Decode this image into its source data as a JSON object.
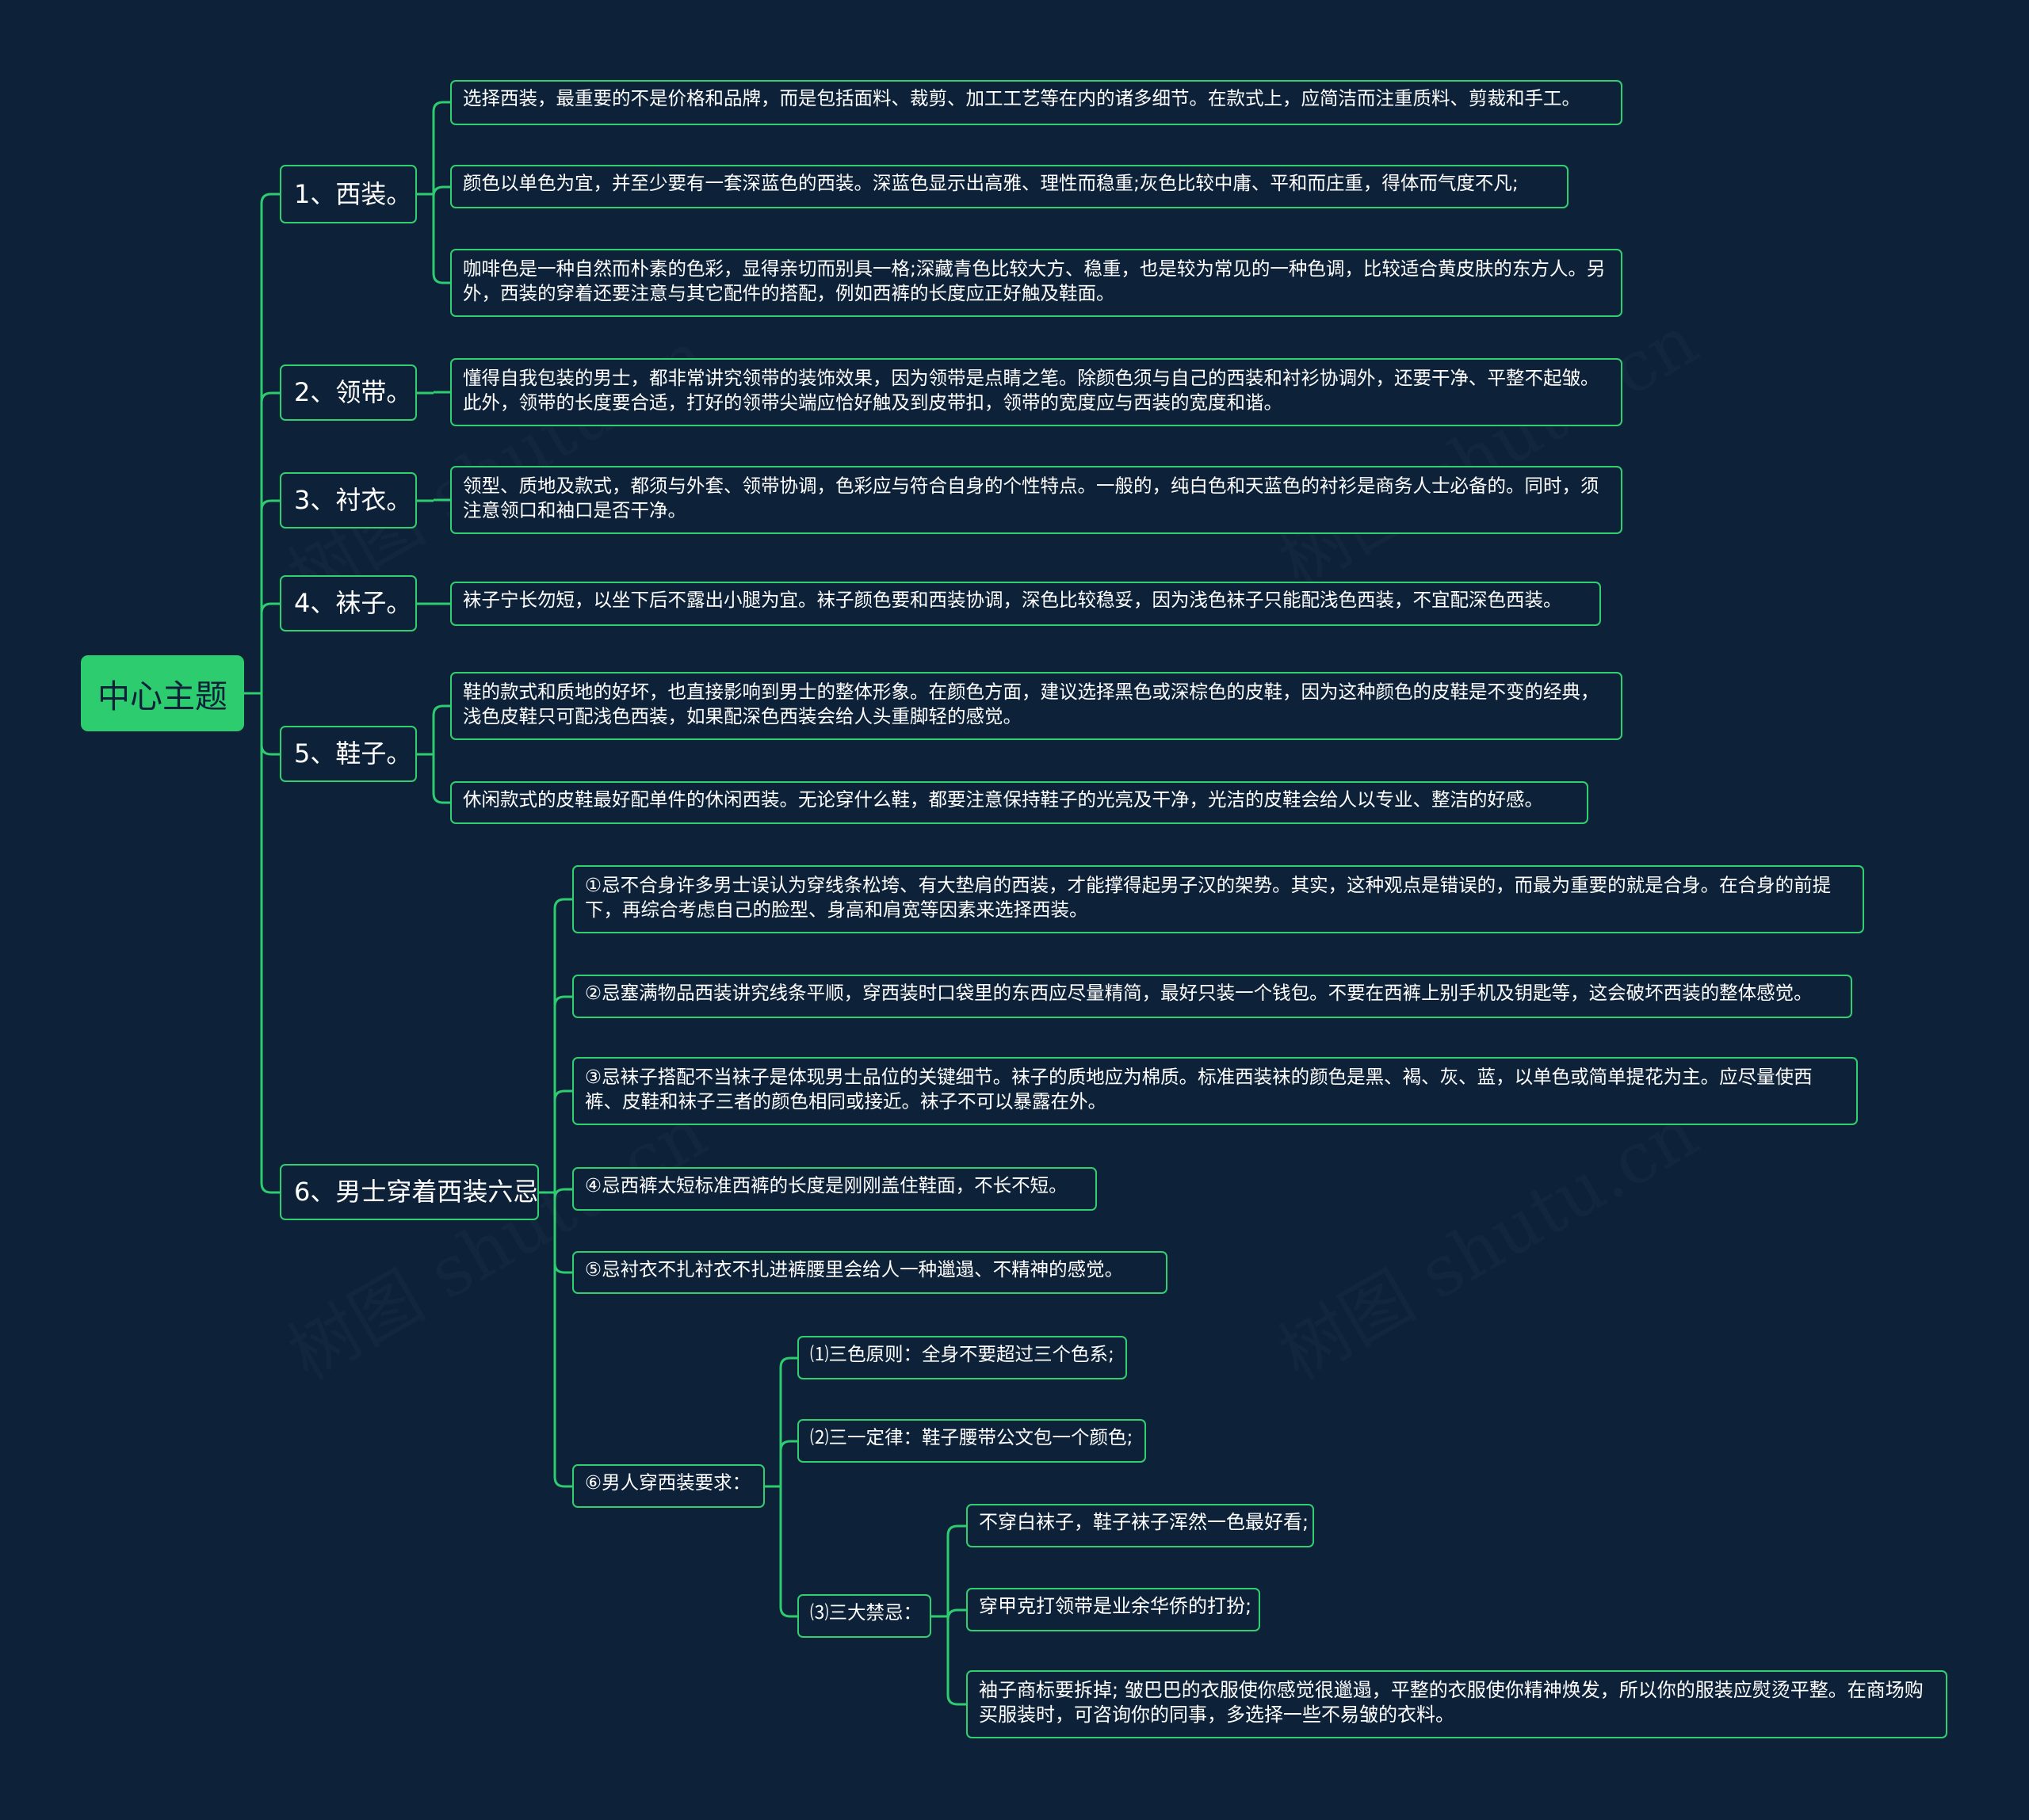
{
  "root": "中心主题",
  "branches": [
    {
      "label": "1、西装。",
      "items": [
        "选择西装，最重要的不是价格和品牌，而是包括面料、裁剪、加工工艺等在内的诸多细节。在款式上，应简洁而注重质料、剪裁和手工。",
        "颜色以单色为宜，并至少要有一套深蓝色的西装。深蓝色显示出高雅、理性而稳重;灰色比较中庸、平和而庄重，得体而气度不凡;",
        "咖啡色是一种自然而朴素的色彩，显得亲切而别具一格;深藏青色比较大方、稳重，也是较为常见的一种色调，比较适合黄皮肤的东方人。另外，西装的穿着还要注意与其它配件的搭配，例如西裤的长度应正好触及鞋面。"
      ]
    },
    {
      "label": "2、领带。",
      "items": [
        "懂得自我包装的男士，都非常讲究领带的装饰效果，因为领带是点睛之笔。除颜色须与自己的西装和衬衫协调外，还要干净、平整不起皱。此外，领带的长度要合适，打好的领带尖端应恰好触及到皮带扣，领带的宽度应与西装的宽度和谐。"
      ]
    },
    {
      "label": "3、衬衣。",
      "items": [
        "领型、质地及款式，都须与外套、领带协调，色彩应与符合自身的个性特点。一般的，纯白色和天蓝色的衬衫是商务人士必备的。同时，须注意领口和袖口是否干净。"
      ]
    },
    {
      "label": "4、袜子。",
      "items": [
        "袜子宁长勿短，以坐下后不露出小腿为宜。袜子颜色要和西装协调，深色比较稳妥，因为浅色袜子只能配浅色西装，不宜配深色西装。"
      ]
    },
    {
      "label": "5、鞋子。",
      "items": [
        "鞋的款式和质地的好坏，也直接影响到男士的整体形象。在颜色方面，建议选择黑色或深棕色的皮鞋，因为这种颜色的皮鞋是不变的经典，浅色皮鞋只可配浅色西装，如果配深色西装会给人头重脚轻的感觉。",
        "休闲款式的皮鞋最好配单件的休闲西装。无论穿什么鞋，都要注意保持鞋子的光亮及干净，光洁的皮鞋会给人以专业、整洁的好感。"
      ]
    },
    {
      "label": "6、男士穿着西装六忌",
      "items": [
        "①忌不合身许多男士误认为穿线条松垮、有大垫肩的西装，才能撑得起男子汉的架势。其实，这种观点是错误的，而最为重要的就是合身。在合身的前提下，再综合考虑自己的脸型、身高和肩宽等因素来选择西装。",
        "②忌塞满物品西装讲究线条平顺，穿西装时口袋里的东西应尽量精简，最好只装一个钱包。不要在西裤上别手机及钥匙等，这会破坏西装的整体感觉。",
        "③忌袜子搭配不当袜子是体现男士品位的关键细节。袜子的质地应为棉质。标准西装袜的颜色是黑、褐、灰、蓝，以单色或简单提花为主。应尽量使西裤、皮鞋和袜子三者的颜色相同或接近。袜子不可以暴露在外。",
        "④忌西裤太短标准西裤的长度是刚刚盖住鞋面，不长不短。",
        "⑤忌衬衣不扎衬衣不扎进裤腰里会给人一种邋遢、不精神的感觉。"
      ],
      "sub": {
        "label": "⑥男人穿西装要求：",
        "items": [
          "⑴三色原则：全身不要超过三个色系;",
          "⑵三一定律：鞋子腰带公文包一个颜色;"
        ],
        "bans": {
          "label": "⑶三大禁忌：",
          "items": [
            "不穿白袜子，鞋子袜子浑然一色最好看;",
            "穿甲克打领带是业余华侨的打扮;",
            "袖子商标要拆掉; 皱巴巴的衣服使你感觉很邋遢，平整的衣服使你精神焕发，所以你的服装应熨烫平整。在商场购买服装时，可咨询你的同事，多选择一些不易皱的衣料。"
          ]
        }
      }
    }
  ],
  "colors": {
    "background": "#0d2139",
    "accent": "#2dcc6e",
    "text": "#ffffff"
  }
}
